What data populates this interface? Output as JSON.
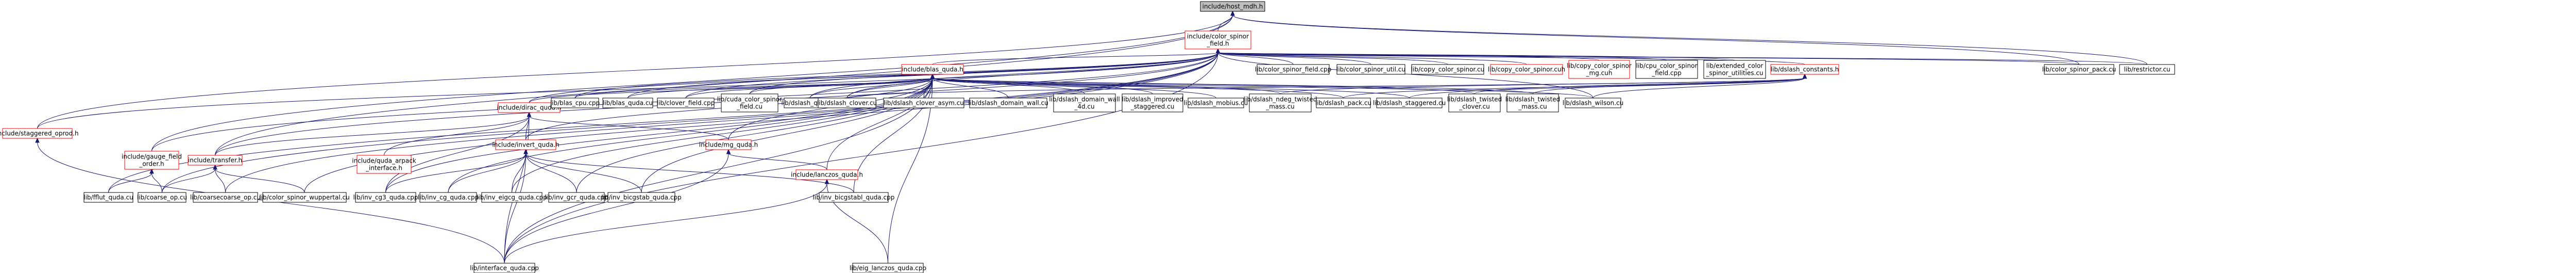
{
  "colors": {
    "edge": "#191970",
    "link_border": "#ff0000",
    "root_fill": "#bfbfbf",
    "node_border": "#000000",
    "background": "#ffffff"
  },
  "nodes": [
    {
      "id": "host_mdh",
      "lines": [
        "include/host_mdh.h"
      ],
      "style": "root"
    },
    {
      "id": "color_spinor_field",
      "lines": [
        "include/color_spinor",
        "_field.h"
      ],
      "style": "red"
    },
    {
      "id": "blas_quda",
      "lines": [
        "include/blas_quda.h"
      ],
      "style": "red"
    },
    {
      "id": "cs_field_cpp",
      "lines": [
        "lib/color_spinor_field.cpp"
      ],
      "style": "plain"
    },
    {
      "id": "cs_util",
      "lines": [
        "lib/color_spinor_util.cu"
      ],
      "style": "plain"
    },
    {
      "id": "copy_cs_cu",
      "lines": [
        "lib/copy_color_spinor.cu"
      ],
      "style": "plain"
    },
    {
      "id": "copy_cs_cuh",
      "lines": [
        "lib/copy_color_spinor.cuh"
      ],
      "style": "red"
    },
    {
      "id": "copy_cs_mg",
      "lines": [
        "lib/copy_color_spinor",
        "_mg.cuh"
      ],
      "style": "red"
    },
    {
      "id": "cpu_cs_field",
      "lines": [
        "lib/cpu_color_spinor",
        "_field.cpp"
      ],
      "style": "plain"
    },
    {
      "id": "extended_cs",
      "lines": [
        "lib/extended_color",
        "_spinor_utilities.cu"
      ],
      "style": "plain"
    },
    {
      "id": "dslash_constants",
      "lines": [
        "lib/dslash_constants.h"
      ],
      "style": "red"
    },
    {
      "id": "staggered_oprod",
      "lines": [
        "include/staggered_oprod.h"
      ],
      "style": "red"
    },
    {
      "id": "gauge_field_order",
      "lines": [
        "include/gauge_field",
        "_order.h"
      ],
      "style": "red"
    },
    {
      "id": "transfer_h",
      "lines": [
        "include/transfer.h"
      ],
      "style": "red"
    },
    {
      "id": "dirac_quda",
      "lines": [
        "include/dirac_quda.h"
      ],
      "style": "red"
    },
    {
      "id": "blas_cpu",
      "lines": [
        "lib/blas_cpu.cpp"
      ],
      "style": "plain"
    },
    {
      "id": "blas_quda_cu",
      "lines": [
        "lib/blas_quda.cu"
      ],
      "style": "plain"
    },
    {
      "id": "clover_field",
      "lines": [
        "lib/clover_field.cpp"
      ],
      "style": "plain"
    },
    {
      "id": "cuda_cs_field",
      "lines": [
        "lib/cuda_color_spinor",
        "_field.cu"
      ],
      "style": "plain"
    },
    {
      "id": "dslash_quda_cu",
      "lines": [
        "lib/dslash_quda.cu"
      ],
      "style": "plain"
    },
    {
      "id": "qudaalpaka",
      "lines": [
        "include/quda_arpack",
        "_interface.h"
      ],
      "style": "red"
    },
    {
      "id": "invert_quda",
      "lines": [
        "include/invert_quda.h"
      ],
      "style": "red"
    },
    {
      "id": "mg_quda",
      "lines": [
        "include/mg_quda.h"
      ],
      "style": "red"
    },
    {
      "id": "lanczos_quda",
      "lines": [
        "include/lanczos_quda.h"
      ],
      "style": "red"
    },
    {
      "id": "dslash_clover",
      "lines": [
        "lib/dslash_clover.cu"
      ],
      "style": "plain"
    },
    {
      "id": "dslash_clover_asym",
      "lines": [
        "lib/dslash_clover_asym.cu"
      ],
      "style": "plain"
    },
    {
      "id": "dslash_domain_wall",
      "lines": [
        "lib/dslash_domain_wall.cu"
      ],
      "style": "plain"
    },
    {
      "id": "dslash_domain_wall_4d",
      "lines": [
        "lib/dslash_domain_wall",
        "_4d.cu"
      ],
      "style": "plain"
    },
    {
      "id": "dslash_improved",
      "lines": [
        "lib/dslash_improved",
        "_staggered.cu"
      ],
      "style": "plain"
    },
    {
      "id": "dslash_mobius",
      "lines": [
        "lib/dslash_mobius.cu"
      ],
      "style": "plain"
    },
    {
      "id": "dslash_ndeg",
      "lines": [
        "lib/dslash_ndeg_twisted",
        "_mass.cu"
      ],
      "style": "plain"
    },
    {
      "id": "dslash_pack",
      "lines": [
        "lib/dslash_pack.cu"
      ],
      "style": "plain"
    },
    {
      "id": "dslash_staggered",
      "lines": [
        "lib/dslash_staggered.cu"
      ],
      "style": "plain"
    },
    {
      "id": "dslash_tw_clover",
      "lines": [
        "lib/dslash_twisted",
        "_clover.cu"
      ],
      "style": "plain"
    },
    {
      "id": "dslash_tw_mass",
      "lines": [
        "lib/dslash_twisted",
        "_mass.cu"
      ],
      "style": "plain"
    },
    {
      "id": "dslash_wilson",
      "lines": [
        "lib/dslash_wilson.cu"
      ],
      "style": "plain"
    },
    {
      "id": "cs_pack",
      "lines": [
        "lib/color_spinor_pack.cu"
      ],
      "style": "plain"
    },
    {
      "id": "restrictor",
      "lines": [
        "lib/restrictor.cu"
      ],
      "style": "plain"
    },
    {
      "id": "fflut_quda",
      "lines": [
        "lib/fflut_quda.cu"
      ],
      "style": "plain"
    },
    {
      "id": "coarse_op",
      "lines": [
        "lib/coarse_op.cu"
      ],
      "style": "plain"
    },
    {
      "id": "coarsecoarse",
      "lines": [
        "lib/coarsecoarse_op.cu"
      ],
      "style": "plain"
    },
    {
      "id": "cs_wuppertal",
      "lines": [
        "lib/color_spinor_wuppertal.cu"
      ],
      "style": "plain"
    },
    {
      "id": "inv_cg3",
      "lines": [
        "lib/inv_cg3_quda.cpp"
      ],
      "style": "plain"
    },
    {
      "id": "inv_cg",
      "lines": [
        "lib/inv_cg_quda.cpp"
      ],
      "style": "plain"
    },
    {
      "id": "inv_eigcg",
      "lines": [
        "lib/inv_eigcg_quda.cpp"
      ],
      "style": "plain"
    },
    {
      "id": "inv_gcr",
      "lines": [
        "lib/inv_gcr_quda.cpp"
      ],
      "style": "plain"
    },
    {
      "id": "inv_bicgstab",
      "lines": [
        "lib/inv_bicgstab_quda.cpp"
      ],
      "style": "plain"
    },
    {
      "id": "inv_bicgstabl",
      "lines": [
        "lib/inv_bicgstabl_quda.cpp"
      ],
      "style": "plain"
    },
    {
      "id": "interface_quda",
      "lines": [
        "lib/interface_quda.cpp"
      ],
      "style": "plain"
    },
    {
      "id": "blkeig",
      "lines": [
        "lib/eig_lanczos_quda.cpp"
      ],
      "style": "plain"
    }
  ],
  "edges": [
    [
      "color_spinor_field",
      "host_mdh"
    ],
    [
      "cs_pack",
      "host_mdh"
    ],
    [
      "restrictor",
      "host_mdh"
    ],
    [
      "staggered_oprod",
      "host_mdh"
    ],
    [
      "gauge_field_order",
      "host_mdh"
    ],
    [
      "transfer_h",
      "host_mdh"
    ],
    [
      "blas_quda",
      "color_spinor_field"
    ],
    [
      "cs_field_cpp",
      "color_spinor_field"
    ],
    [
      "cs_util",
      "color_spinor_field"
    ],
    [
      "copy_cs_cu",
      "color_spinor_field"
    ],
    [
      "copy_cs_cuh",
      "color_spinor_field"
    ],
    [
      "copy_cs_mg",
      "color_spinor_field"
    ],
    [
      "cpu_cs_field",
      "color_spinor_field"
    ],
    [
      "extended_cs",
      "color_spinor_field"
    ],
    [
      "dslash_constants",
      "color_spinor_field"
    ],
    [
      "cs_pack",
      "color_spinor_field"
    ],
    [
      "restrictor",
      "color_spinor_field"
    ],
    [
      "staggered_oprod",
      "color_spinor_field"
    ],
    [
      "gauge_field_order",
      "color_spinor_field"
    ],
    [
      "transfer_h",
      "color_spinor_field"
    ],
    [
      "dirac_quda",
      "color_spinor_field"
    ],
    [
      "blas_cpu",
      "color_spinor_field"
    ],
    [
      "blas_quda_cu",
      "color_spinor_field"
    ],
    [
      "clover_field",
      "color_spinor_field"
    ],
    [
      "cuda_cs_field",
      "color_spinor_field"
    ],
    [
      "dslash_quda_cu",
      "color_spinor_field"
    ],
    [
      "fflut_quda",
      "color_spinor_field"
    ],
    [
      "coarse_op",
      "color_spinor_field"
    ],
    [
      "coarsecoarse",
      "color_spinor_field"
    ],
    [
      "cs_wuppertal",
      "color_spinor_field"
    ],
    [
      "interface_quda",
      "color_spinor_field"
    ],
    [
      "dslash_clover",
      "color_spinor_field"
    ],
    [
      "dslash_wilson",
      "color_spinor_field"
    ],
    [
      "dirac_quda",
      "blas_quda"
    ],
    [
      "blas_cpu",
      "blas_quda"
    ],
    [
      "blas_quda_cu",
      "blas_quda"
    ],
    [
      "clover_field",
      "blas_quda"
    ],
    [
      "cuda_cs_field",
      "blas_quda"
    ],
    [
      "dslash_quda_cu",
      "blas_quda"
    ],
    [
      "invert_quda",
      "blas_quda"
    ],
    [
      "mg_quda",
      "blas_quda"
    ],
    [
      "lanczos_quda",
      "blas_quda"
    ],
    [
      "dslash_clover",
      "blas_quda"
    ],
    [
      "dslash_clover_asym",
      "blas_quda"
    ],
    [
      "dslash_domain_wall",
      "blas_quda"
    ],
    [
      "dslash_domain_wall_4d",
      "blas_quda"
    ],
    [
      "dslash_improved",
      "blas_quda"
    ],
    [
      "dslash_mobius",
      "blas_quda"
    ],
    [
      "dslash_ndeg",
      "blas_quda"
    ],
    [
      "dslash_pack",
      "blas_quda"
    ],
    [
      "dslash_staggered",
      "blas_quda"
    ],
    [
      "dslash_tw_clover",
      "blas_quda"
    ],
    [
      "dslash_tw_mass",
      "blas_quda"
    ],
    [
      "dslash_wilson",
      "blas_quda"
    ],
    [
      "interface_quda",
      "blas_quda"
    ],
    [
      "inv_cg3",
      "blas_quda"
    ],
    [
      "inv_cg",
      "blas_quda"
    ],
    [
      "inv_eigcg",
      "blas_quda"
    ],
    [
      "inv_gcr",
      "blas_quda"
    ],
    [
      "inv_bicgstab",
      "blas_quda"
    ],
    [
      "inv_bicgstabl",
      "blas_quda"
    ],
    [
      "blkeig",
      "blas_quda"
    ],
    [
      "dslash_clover",
      "dslash_constants"
    ],
    [
      "dslash_ndeg",
      "dslash_constants"
    ],
    [
      "dslash_pack",
      "dslash_constants"
    ],
    [
      "dslash_staggered",
      "dslash_constants"
    ],
    [
      "dslash_tw_clover",
      "dslash_constants"
    ],
    [
      "dslash_tw_mass",
      "dslash_constants"
    ],
    [
      "dslash_wilson",
      "dslash_constants"
    ],
    [
      "qudaalpaka",
      "dirac_quda"
    ],
    [
      "invert_quda",
      "dirac_quda"
    ],
    [
      "transfer_h",
      "dirac_quda"
    ],
    [
      "mg_quda",
      "dirac_quda"
    ],
    [
      "interface_quda",
      "dirac_quda"
    ],
    [
      "inv_cg3",
      "dirac_quda"
    ],
    [
      "fflut_quda",
      "gauge_field_order"
    ],
    [
      "coarse_op",
      "gauge_field_order"
    ],
    [
      "coarse_op",
      "transfer_h"
    ],
    [
      "coarsecoarse",
      "transfer_h"
    ],
    [
      "cs_wuppertal",
      "transfer_h"
    ],
    [
      "interface_quda",
      "staggered_oprod"
    ],
    [
      "inv_cg3",
      "invert_quda"
    ],
    [
      "inv_cg",
      "invert_quda"
    ],
    [
      "inv_eigcg",
      "invert_quda"
    ],
    [
      "inv_gcr",
      "invert_quda"
    ],
    [
      "inv_bicgstab",
      "invert_quda"
    ],
    [
      "inv_bicgstabl",
      "invert_quda"
    ],
    [
      "interface_quda",
      "invert_quda"
    ],
    [
      "lanczos_quda",
      "mg_quda"
    ],
    [
      "interface_quda",
      "mg_quda"
    ],
    [
      "interface_quda",
      "lanczos_quda"
    ],
    [
      "blkeig",
      "lanczos_quda"
    ]
  ]
}
